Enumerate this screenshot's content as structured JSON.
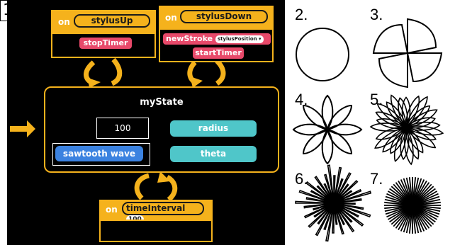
{
  "panel_labels": [
    "1.",
    "2.",
    "3.",
    "4.",
    "5.",
    "6.",
    "7."
  ],
  "events": {
    "stylus_up": {
      "on": "on",
      "event": "stylusUp",
      "actions": [
        "stopTimer"
      ]
    },
    "stylus_down": {
      "on": "on",
      "event": "stylusDown",
      "actions": [
        "newStroke",
        "startTimer"
      ],
      "param": "stylusPosition ▾"
    },
    "time_interval": {
      "on": "on",
      "event": "timeInterval",
      "value": "100"
    }
  },
  "state": {
    "name": "myState",
    "bindings": [
      {
        "source": "100",
        "target": "radius"
      },
      {
        "source": "sawtooth wave",
        "target": "theta"
      }
    ]
  },
  "colors": {
    "orange": "#f5b21c",
    "red": "#e8496a",
    "teal": "#4fc6c9",
    "blue": "#3b82e0"
  }
}
